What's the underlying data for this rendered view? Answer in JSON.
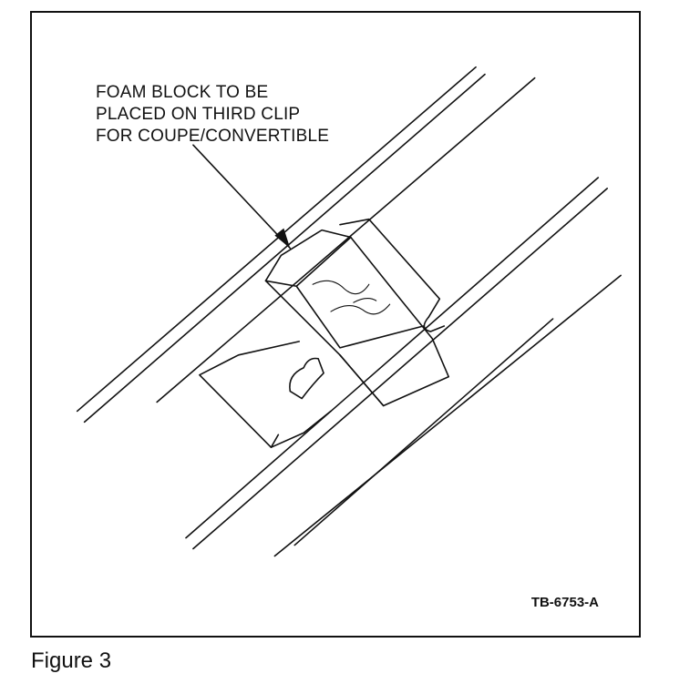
{
  "figure": {
    "callout_lines": [
      "FOAM BLOCK TO BE",
      "PLACED ON THIRD CLIP",
      "FOR COUPE/CONVERTIBLE"
    ],
    "reference_code": "TB-6753-A",
    "caption": "Figure 3"
  },
  "colors": {
    "ink": "#111111",
    "paper": "#ffffff"
  }
}
